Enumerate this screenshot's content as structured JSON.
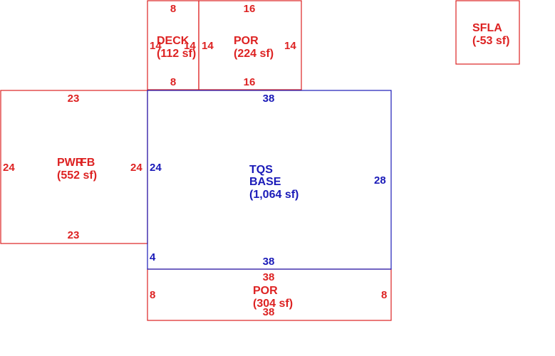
{
  "colors": {
    "red": "#dd2222",
    "blue": "#1a1ab8"
  },
  "areas": {
    "deck": {
      "name": "DECK",
      "area": "(112 sf)",
      "dim_top": "8",
      "dim_bottom": "8",
      "dim_left": "14",
      "dim_right": "14"
    },
    "por_top": {
      "name": "POR",
      "area": "(224 sf)",
      "dim_top": "16",
      "dim_bottom": "16",
      "dim_left": "14",
      "dim_right": "14"
    },
    "sfla": {
      "name": "SFLA",
      "area": "(-53 sf)"
    },
    "left": {
      "name_a": "PWR",
      "name_b": "FB",
      "area": "(552 sf)",
      "dim_top": "23",
      "dim_bottom": "23",
      "dim_left": "24",
      "dim_right": "24"
    },
    "base": {
      "name_a": "TQS",
      "name_b": "BASE",
      "area": "(1,064 sf)",
      "dim_top": "38",
      "dim_bottom": "38",
      "dim_left": "24",
      "dim_right": "28",
      "dim_jog": "4"
    },
    "por_bottom": {
      "name": "POR",
      "area": "(304 sf)",
      "dim_top": "38",
      "dim_bottom": "38",
      "dim_left": "8",
      "dim_right": "8"
    }
  }
}
